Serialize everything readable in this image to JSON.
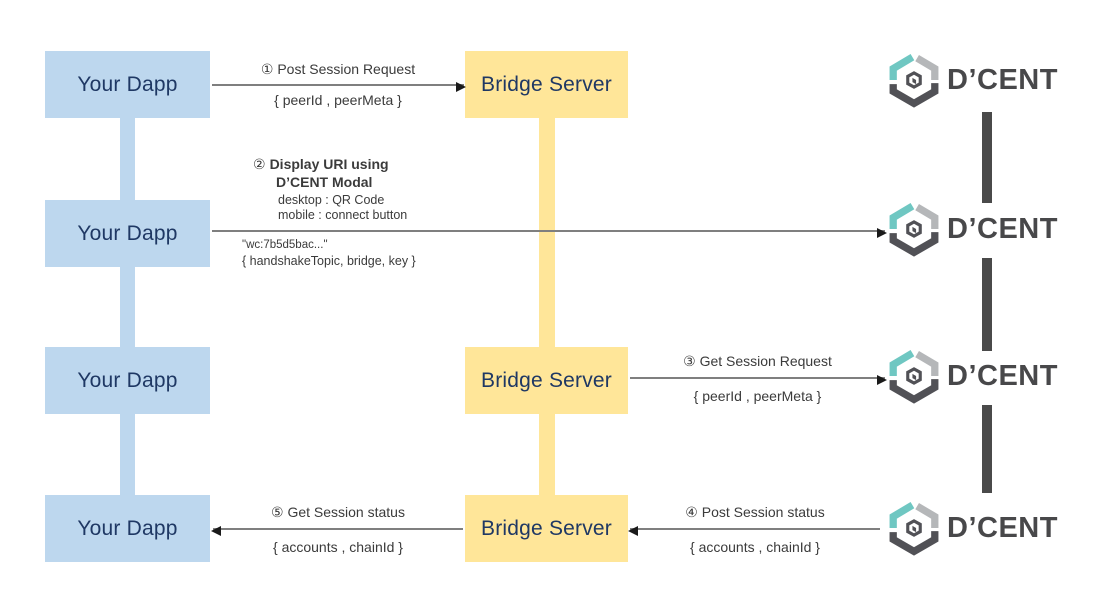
{
  "diagram": {
    "title": "D'CENT bridge session flow",
    "colors": {
      "dapp_fill": "#BDD7EE",
      "bridge_fill": "#FFE699",
      "node_text": "#1F3864",
      "lifeline_dark": "#4A4A4A",
      "arrow_shaft": "#7F7F7F",
      "arrow_head": "#1A1A1A",
      "label_text": "#3B3B3B",
      "dcent_teal": "#6FC7C2",
      "dcent_light_gray": "#B5B7B9",
      "dcent_dark": "#515156"
    }
  },
  "nodes": {
    "dapp_label": "Your Dapp",
    "bridge_label": "Bridge Server",
    "dcent_wordmark": "D’CENT"
  },
  "steps": {
    "s1": {
      "title": "① Post Session Request",
      "payload": "{ peerId , peerMeta }"
    },
    "s2": {
      "num": "②",
      "title_line1": "Display URI using",
      "title_line2": "D’CENT Modal",
      "detail_line1": "desktop : QR Code",
      "detail_line2": "mobile  : connect button",
      "uri": "\"wc:7b5d5bac...\"",
      "payload": "{ handshakeTopic, bridge, key }"
    },
    "s3": {
      "title": "③ Get Session Request",
      "payload": "{ peerId , peerMeta }"
    },
    "s4": {
      "title": "④ Post Session status",
      "payload": "{ accounts , chainId }"
    },
    "s5": {
      "title": "⑤ Get Session status",
      "payload": "{ accounts , chainId }"
    }
  }
}
